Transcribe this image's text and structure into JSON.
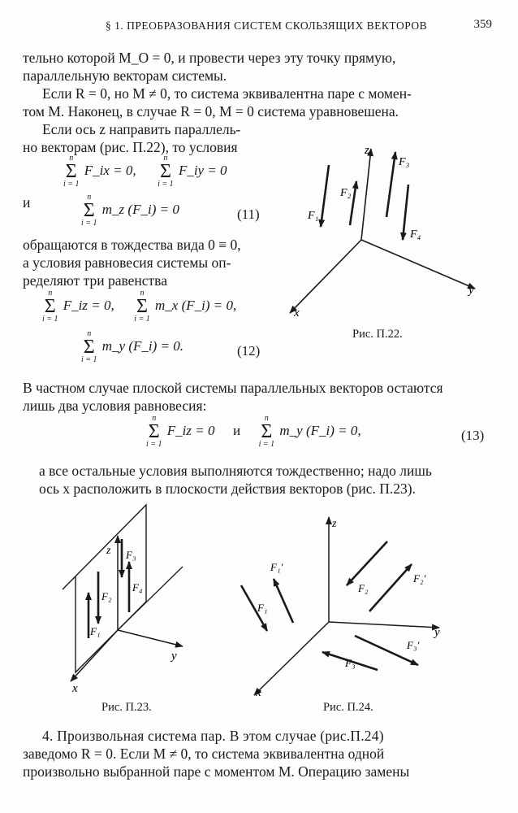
{
  "header": {
    "running_title": "§ 1. ПРЕОБРАЗОВАНИЯ СИСТЕМ СКОЛЬЗЯЩИХ ВЕКТОРОВ",
    "page_number": "359"
  },
  "text": {
    "p1_l1": "тельно которой M_O = 0, и провести через эту точку прямую,",
    "p1_l2": "параллельную векторам системы.",
    "p2_l1": "Если R = 0, но M ≠ 0, то система эквивалентна паре с момен-",
    "p2_l2": "том M. Наконец, в случае R = 0, M = 0 система уравновешена.",
    "p3_l1": "Если ось z направить параллель-",
    "p3_l2": "но векторам (рис. П.22), то условия",
    "and": "и",
    "p4_l1": "обращаются в тождества вида 0 ≡ 0,",
    "p4_l2": "а условия равновесия системы оп-",
    "p4_l3": "ределяют три равенства",
    "p5_l1": "В частном случае плоской системы параллельных векторов остаются",
    "p5_l2": "лишь два условия равновесия:",
    "p6_l1": "а все остальные условия выполняются тождественно; надо лишь",
    "p6_l2": "ось x расположить в плоскости действия векторов (рис. П.23).",
    "p7_l1": "4. Произвольная система пар. В этом случае (рис.П.24)",
    "p7_l2": "заведомо R = 0. Если M ≠ 0, то система эквивалентна одной",
    "p7_l3": "произвольно выбранной паре с моментом M. Операцию замены"
  },
  "equations": {
    "eq_a1": "F_ix = 0,",
    "eq_a2": "F_iy = 0",
    "eq_b": "m_z (F_i) = 0",
    "num_11": "(11)",
    "eq_c1": "F_iz = 0,",
    "eq_c2": "m_x (F_i) = 0,",
    "eq_d": "m_y (F_i) = 0.",
    "num_12": "(12)",
    "eq_e1": "F_iz = 0",
    "eq_e_and": "и",
    "eq_e2": "m_y (F_i) = 0,",
    "num_13": "(13)",
    "sum_top": "n",
    "sum_bot": "i = 1"
  },
  "figures": {
    "fig22": {
      "caption": "Рис. П.22.",
      "labels": [
        "z",
        "y",
        "x",
        "F1",
        "F2",
        "F3",
        "F4"
      ]
    },
    "fig23": {
      "caption": "Рис. П.23.",
      "labels": [
        "z",
        "y",
        "x",
        "F1",
        "F2",
        "F3",
        "F4"
      ]
    },
    "fig24": {
      "caption": "Рис. П.24.",
      "labels": [
        "z",
        "y",
        "x",
        "F1",
        "F1'",
        "F2",
        "F2'",
        "F3",
        "F3'"
      ]
    }
  }
}
